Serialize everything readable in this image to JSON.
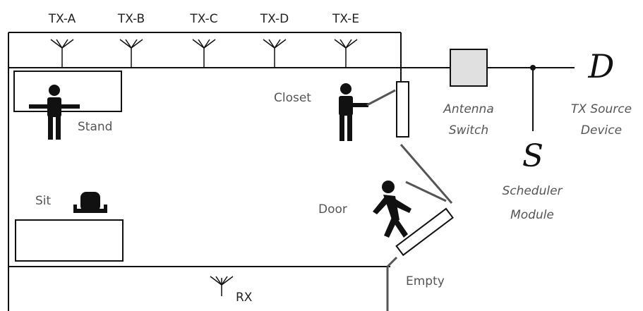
{
  "transmitters": [
    "TX-A",
    "TX-B",
    "TX-C",
    "TX-D",
    "TX-E"
  ],
  "receiver": "RX",
  "positions": {
    "stand": "Stand",
    "closet": "Closet",
    "sit": "Sit",
    "door": "Door",
    "empty": "Empty"
  },
  "switch": {
    "line1": "Antenna",
    "line2": "Switch"
  },
  "scheduler": {
    "symbol": "S",
    "line1": "Scheduler",
    "line2": "Module"
  },
  "source": {
    "symbol": "D",
    "line1": "TX Source",
    "line2": "Device"
  },
  "colors": {
    "line": "#111111",
    "switch_fill": "#e0e0e0",
    "label_grey": "#555555"
  }
}
